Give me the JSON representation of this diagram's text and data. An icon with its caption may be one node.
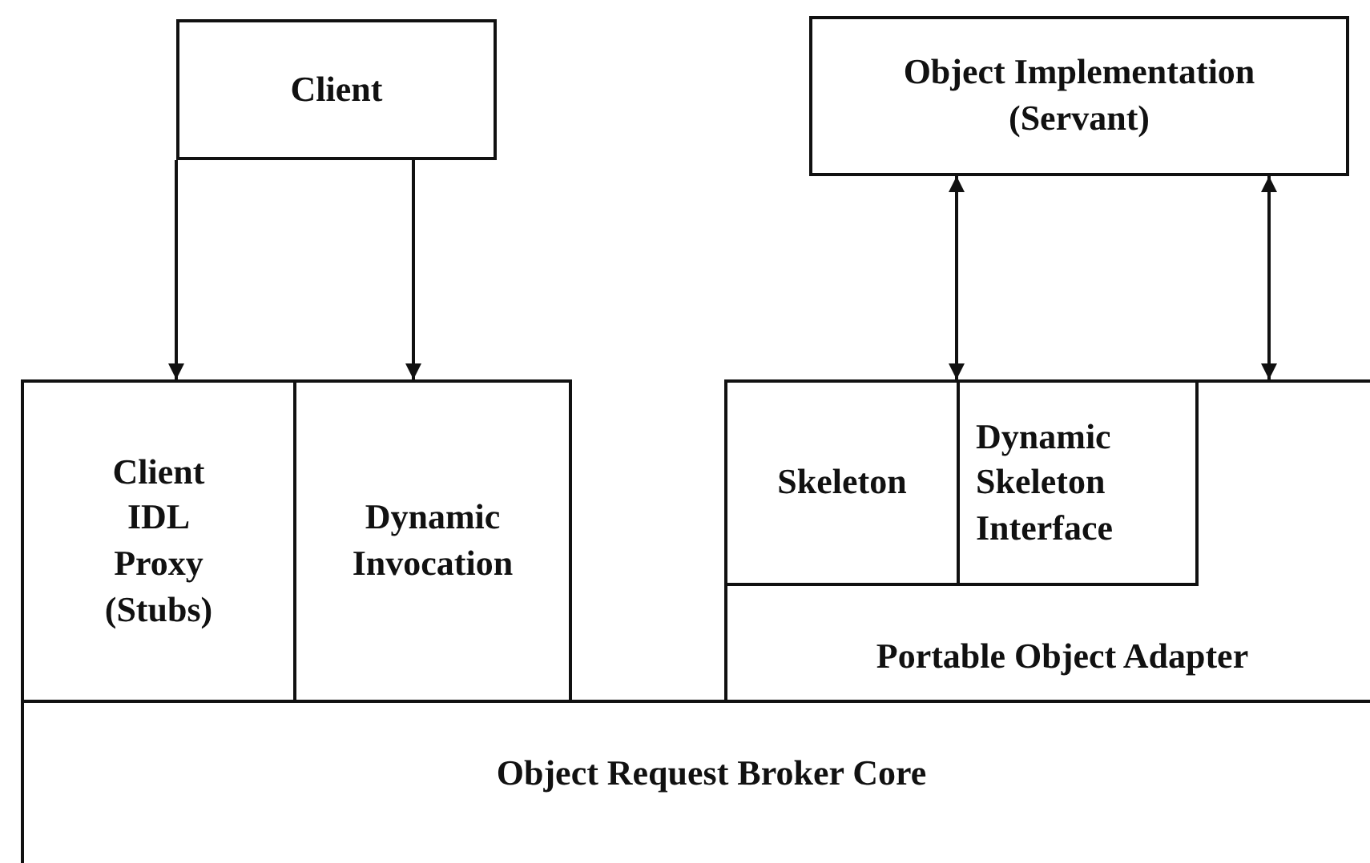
{
  "diagram": {
    "nodes": [
      {
        "text": [
          "Client"
        ]
      },
      {
        "text": [
          "Object Implementation (Servant)"
        ]
      },
      {
        "text": [
          "Client IDL Proxy (Stubs)"
        ]
      },
      {
        "text": [
          "Dynamic Invocation"
        ]
      },
      {
        "text": [
          "Portable Object Adapter"
        ]
      },
      {
        "text": [
          "Skeleton"
        ],
        "in": 4
      },
      {
        "text": [
          "Dynamic Skeleton Interface"
        ],
        "in": 4
      },
      {
        "text": [
          "Object Request Broker Core"
        ]
      }
    ],
    "edges": [
      {
        "from": 0,
        "to": 2,
        "arrow": "to"
      },
      {
        "from": 0,
        "to": 3,
        "arrow": "to"
      },
      {
        "from": 1,
        "to": 6,
        "arrow": "both"
      },
      {
        "from": 1,
        "to": 4,
        "arrow": "both"
      }
    ]
  }
}
